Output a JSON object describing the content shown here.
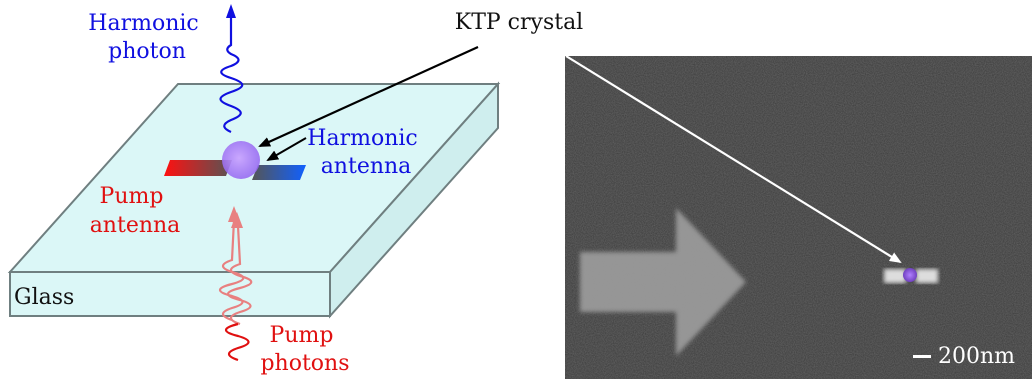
{
  "labels": {
    "harmonic_photon": [
      "Harmonic",
      "photon"
    ],
    "harmonic_antenna": [
      "Harmonic",
      "antenna"
    ],
    "pump_antenna": [
      "Pump",
      "antenna"
    ],
    "pump_photons": [
      "Pump",
      "photons"
    ],
    "glass": "Glass",
    "ktp_crystal": "KTP crystal",
    "scale_bar": "200nm"
  },
  "colors": {
    "glass_fill": "#dbf7f7",
    "glass_edge": "#6f7f80",
    "harmonic": "#1010e0",
    "pump": "#e01010",
    "pump_faded": "#e88080",
    "crystal": "#a070f0",
    "sem_background": "#3a3a3a"
  }
}
